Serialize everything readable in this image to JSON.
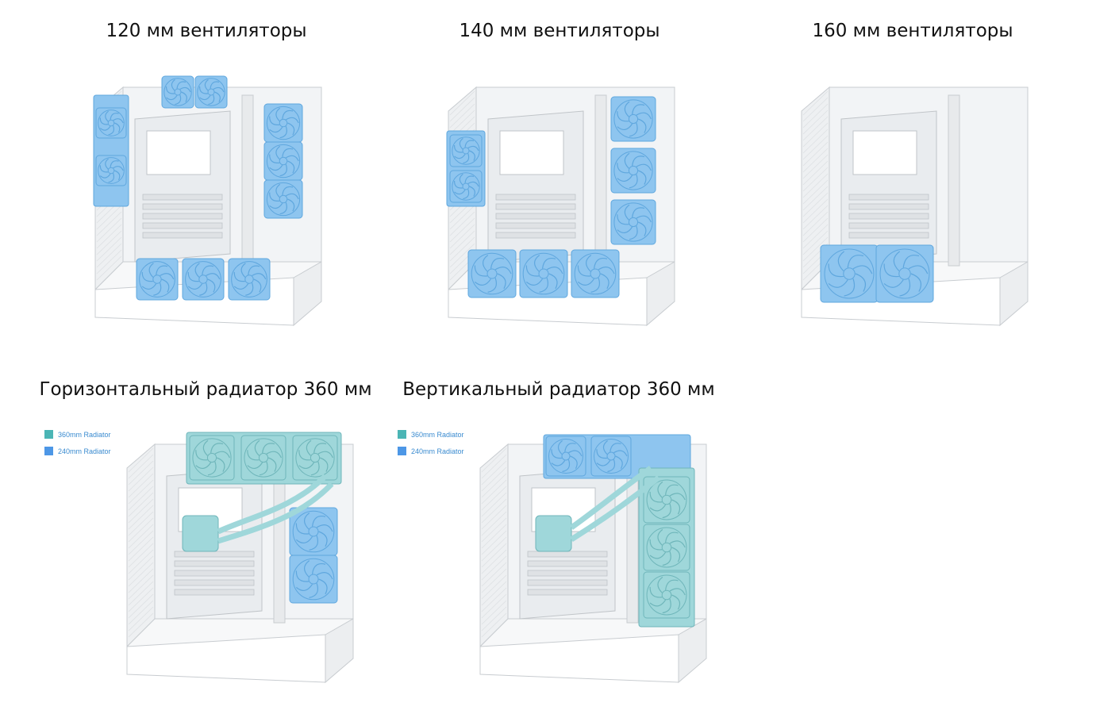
{
  "colors": {
    "fan_blue": "#8ec5ef",
    "fan_blue_dark": "#5fa7de",
    "radiator_teal": "#9fd7da",
    "legend_360": "#4bb5b5",
    "legend_240": "#4d97e6"
  },
  "panels": [
    {
      "title": "120 мм вентиляторы",
      "variant": "fans120"
    },
    {
      "title": "140 мм вентиляторы",
      "variant": "fans140"
    },
    {
      "title": "160 мм вентиляторы",
      "variant": "fans160"
    },
    {
      "title": "Горизонтальный радиатор 360 мм",
      "variant": "radH"
    },
    {
      "title": "Вертикальный радиатор 360 мм",
      "variant": "radV"
    }
  ],
  "legend": {
    "item_360": "360mm Radiator",
    "item_240": "240mm Radiator"
  }
}
